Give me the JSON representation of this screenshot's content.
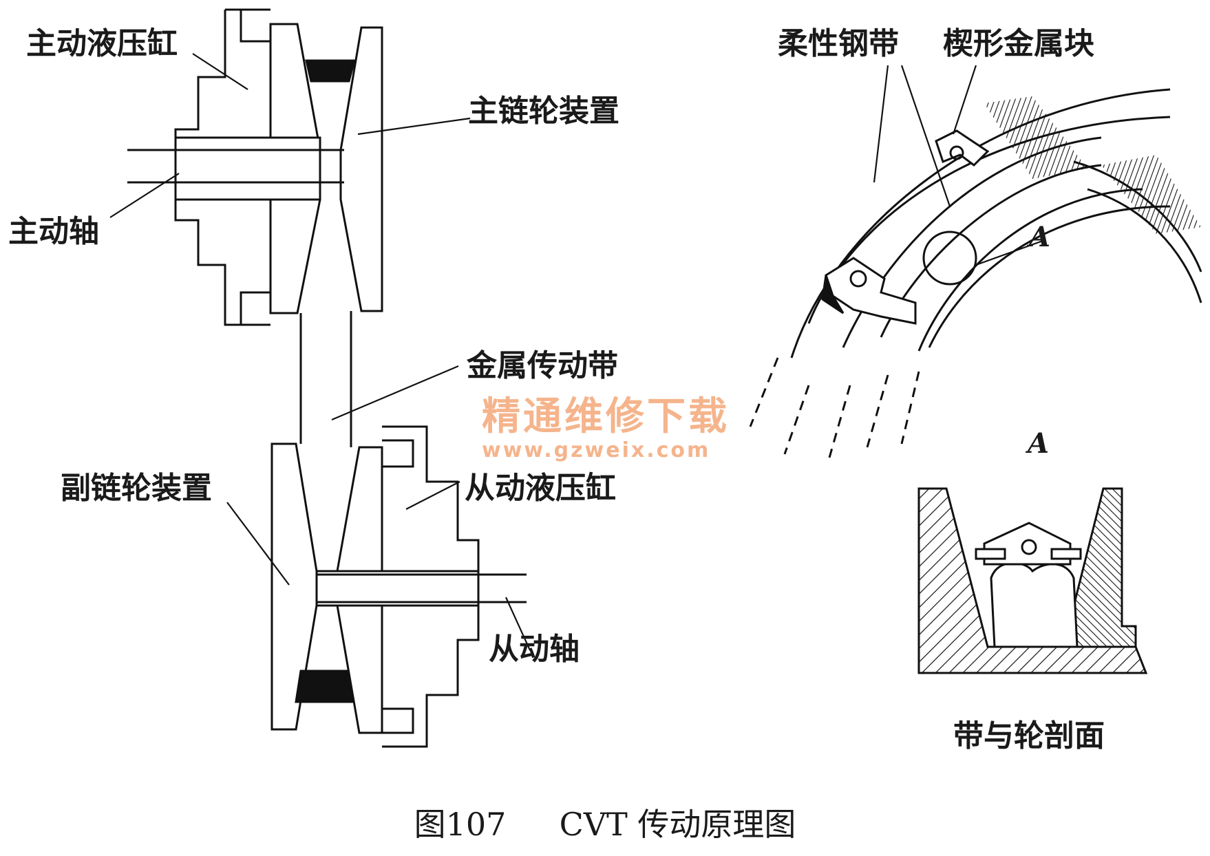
{
  "labels": {
    "primary_cylinder": "主动液压缸",
    "primary_pulley": "主链轮装置",
    "primary_shaft": "主动轴",
    "metal_belt": "金属传动带",
    "secondary_pulley": "副链轮装置",
    "secondary_cylinder": "从动液压缸",
    "secondary_shaft": "从动轴",
    "flexible_band": "柔性钢带",
    "wedge_block": "楔形金属块",
    "detail_marker": "A",
    "detail_title": "A",
    "section_title": "带与轮剖面"
  },
  "caption": {
    "figure_no": "图107",
    "title": "CVT 传动原理图"
  },
  "watermark": {
    "name": "精通维修下载",
    "url": "www.gzweix.com"
  }
}
